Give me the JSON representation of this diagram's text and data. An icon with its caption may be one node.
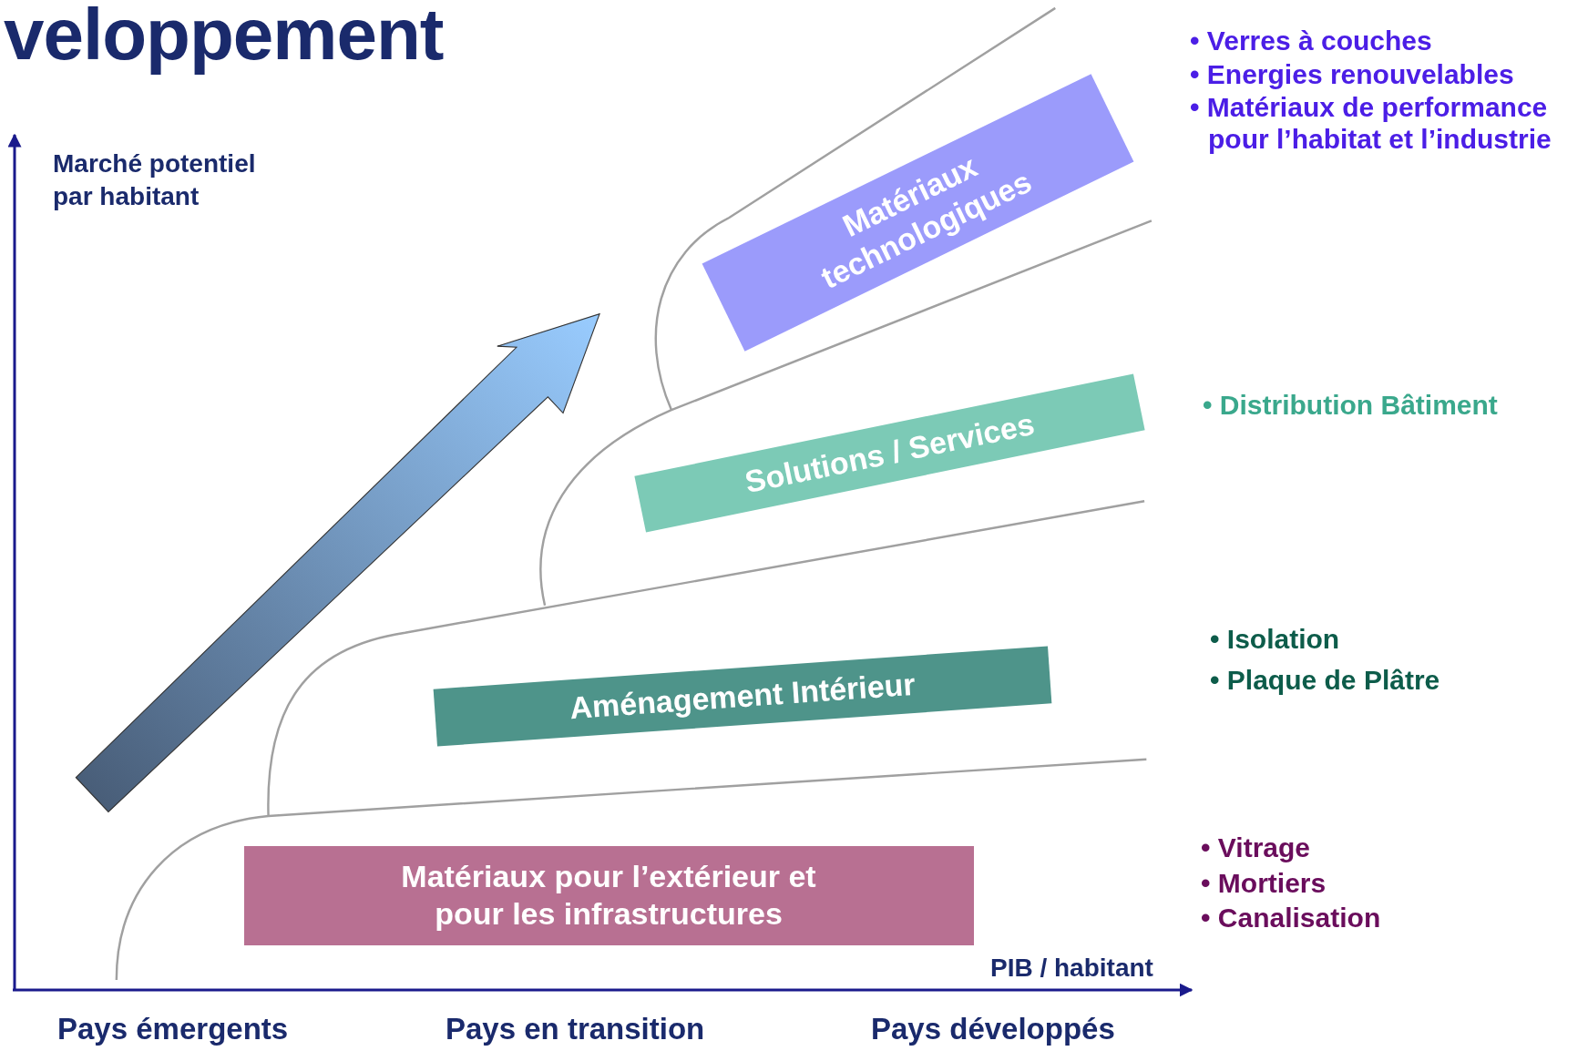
{
  "diagram": {
    "title": "veloppement",
    "nodes": [
      {
        "text": [
          "Matériaux pour l’extérieur et pour les infrastructures"
        ],
        "beside": [
          "• Vitrage",
          "• Mortiers",
          "• Canalisation"
        ]
      },
      {
        "text": [
          "Aménagement Intérieur"
        ],
        "beside": [
          "• Isolation",
          "• Plaque de Plâtre"
        ]
      },
      {
        "text": [
          "Solutions / Services"
        ],
        "beside": [
          "• Distribution Bâtiment"
        ]
      },
      {
        "text": [
          "Matériaux technologiques"
        ],
        "beside": [
          "• Verres à couches",
          "• Energies renouvelables",
          "• Matériaux de performance pour l’habitat et l’industrie"
        ]
      }
    ],
    "labels": [
      "Marché potentiel par habitant",
      "PIB / habitant",
      "Pays émergents",
      "Pays en transition",
      "Pays développés"
    ]
  }
}
